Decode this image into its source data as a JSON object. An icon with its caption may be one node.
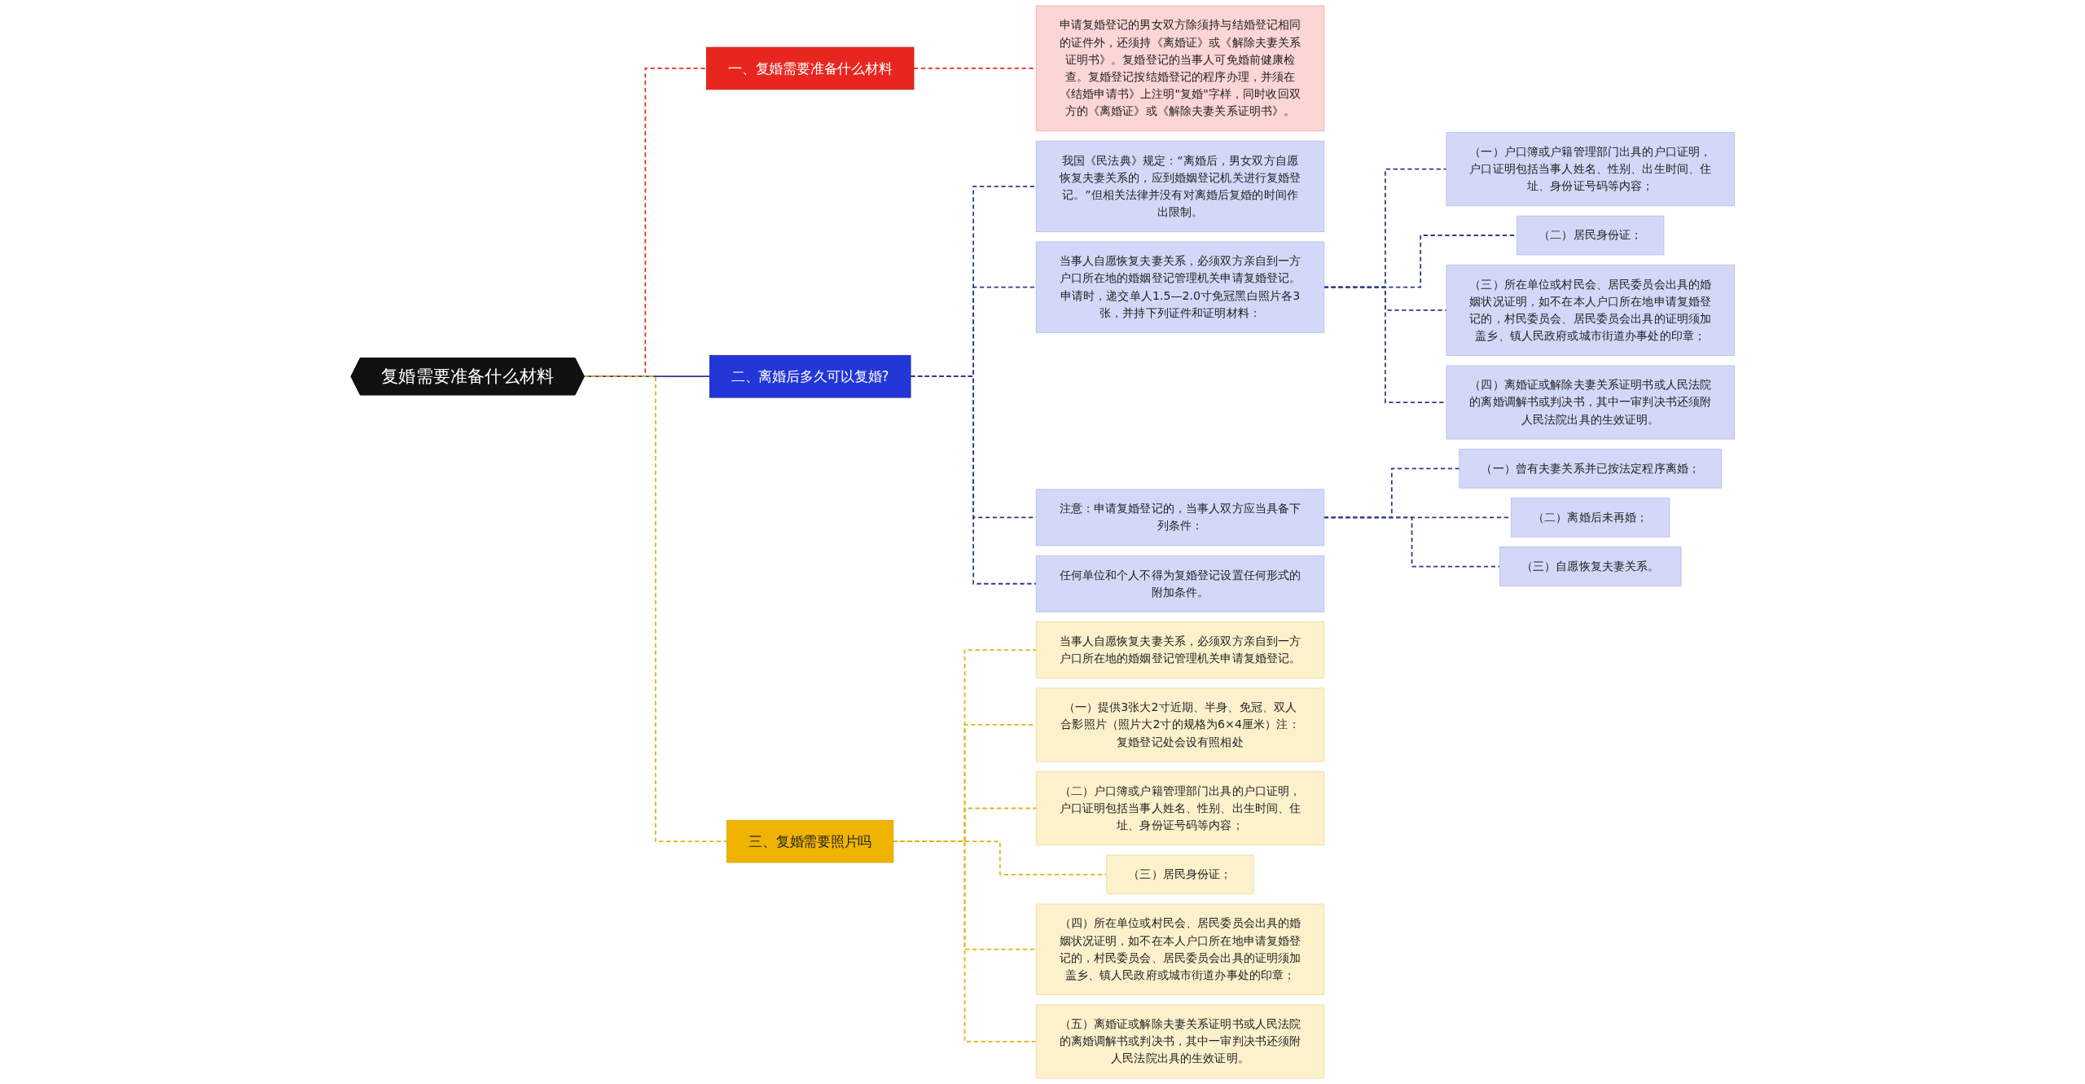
{
  "diagram": {
    "nodes": [
      {
        "text": [
          "复婚需要准备什么材料"
        ]
      },
      {
        "text": [
          "一、复婚需要准备什么材料"
        ]
      },
      {
        "text": [
          "申请复婚登记的男女双方除须持与结婚登记相同的证件外，还须持《离婚证》或《解除夫妻关系证明书》。复婚登记的当事人可免婚前健康检查。复婚登记按结婚登记的程序办理，并须在《结婚申请书》上注明\"复婚\"字样，同时收回双方的《离婚证》或《解除夫妻关系证明书》。"
        ]
      },
      {
        "text": [
          "二、离婚后多久可以复婚?"
        ]
      },
      {
        "text": [
          "我国《民法典》规定：“离婚后，男女双方自愿恢复夫妻关系的，应到婚姻登记机关进行复婚登记。”但相关法律并没有对离婚后复婚的时间作出限制。"
        ]
      },
      {
        "text": [
          "当事人自愿恢复夫妻关系，必须双方亲自到一方户口所在地的婚姻登记管理机关申请复婚登记。申请时，递交单人1.5—2.0寸免冠黑白照片各3张，并持下列证件和证明材料："
        ]
      },
      {
        "text": [
          "（一）户口簿或户籍管理部门出具的户口证明，户口证明包括当事人姓名、性别、出生时间、住址、身份证号码等内容；"
        ]
      },
      {
        "text": [
          "（二）居民身份证；"
        ]
      },
      {
        "text": [
          "（三）所在单位或村民会、居民委员会出具的婚姻状况证明，如不在本人户口所在地申请复婚登记的，村民委员会、居民委员会出具的证明须加盖乡、镇人民政府或城市街道办事处的印章；"
        ]
      },
      {
        "text": [
          "（四）离婚证或解除夫妻关系证明书或人民法院的离婚调解书或判决书，其中一审判决书还须附人民法院出具的生效证明。"
        ]
      },
      {
        "text": [
          "注意：申请复婚登记的，当事人双方应当具备下列条件："
        ]
      },
      {
        "text": [
          "（一）曾有夫妻关系并已按法定程序离婚；"
        ]
      },
      {
        "text": [
          "（二）离婚后未再婚；"
        ]
      },
      {
        "text": [
          "（三）自愿恢复夫妻关系。"
        ]
      },
      {
        "text": [
          "任何单位和个人不得为复婚登记设置任何形式的附加条件。"
        ]
      },
      {
        "text": [
          "三、复婚需要照片吗"
        ]
      },
      {
        "text": [
          "当事人自愿恢复夫妻关系，必须双方亲自到一方户口所在地的婚姻登记管理机关申请复婚登记。"
        ]
      },
      {
        "text": [
          "（一）提供3张大2寸近期、半身、免冠、双人合影照片（照片大2寸的规格为6×4厘米）注：复婚登记处会设有照相处"
        ]
      },
      {
        "text": [
          "（二）户口簿或户籍管理部门出具的户口证明，户口证明包括当事人姓名、性别、出生时间、住址、身份证号码等内容；"
        ]
      },
      {
        "text": [
          "（三）居民身份证；"
        ]
      },
      {
        "text": [
          "（四）所在单位或村民会、居民委员会出具的婚姻状况证明，如不在本人户口所在地申请复婚登记的，村民委员会、居民委员会出具的证明须加盖乡、镇人民政府或城市街道办事处的印章；"
        ]
      },
      {
        "text": [
          "（五）离婚证或解除夫妻关系证明书或人民法院的离婚调解书或判决书，其中一审判决书还须附人民法院出具的生效证明。"
        ]
      }
    ],
    "edges": [
      {
        "from": 0,
        "to": 1,
        "arrow": "none",
        "style": "dashed",
        "color": "#e0302a"
      },
      {
        "from": 1,
        "to": 2,
        "arrow": "none",
        "style": "dashed",
        "color": "#e0302a"
      },
      {
        "from": 0,
        "to": 3,
        "arrow": "none"
      },
      {
        "from": 3,
        "to": 4,
        "arrow": "none",
        "style": "dashed"
      },
      {
        "from": 3,
        "to": 5,
        "arrow": "none",
        "style": "dashed"
      },
      {
        "from": 5,
        "to": 6,
        "arrow": "none",
        "style": "dashed"
      },
      {
        "from": 5,
        "to": 7,
        "arrow": "none",
        "style": "dashed"
      },
      {
        "from": 5,
        "to": 8,
        "arrow": "none",
        "style": "dashed"
      },
      {
        "from": 5,
        "to": 9,
        "arrow": "none",
        "style": "dashed"
      },
      {
        "from": 3,
        "to": 10,
        "arrow": "none",
        "style": "dashed"
      },
      {
        "from": 10,
        "to": 11,
        "arrow": "none",
        "style": "dashed"
      },
      {
        "from": 10,
        "to": 12,
        "arrow": "none",
        "style": "dashed"
      },
      {
        "from": 10,
        "to": 13,
        "arrow": "none",
        "style": "dashed"
      },
      {
        "from": 3,
        "to": 14,
        "arrow": "none",
        "style": "dashed"
      },
      {
        "from": 0,
        "to": 15,
        "arrow": "none",
        "style": "dashed",
        "color": "#e3b21a"
      },
      {
        "from": 15,
        "to": 16,
        "arrow": "none",
        "style": "dashed",
        "color": "#e3b21a"
      },
      {
        "from": 15,
        "to": 17,
        "arrow": "none",
        "style": "dashed",
        "color": "#e3b21a"
      },
      {
        "from": 15,
        "to": 18,
        "arrow": "none",
        "style": "dashed",
        "color": "#e3b21a"
      },
      {
        "from": 15,
        "to": 19,
        "arrow": "none",
        "style": "dashed",
        "color": "#e3b21a"
      },
      {
        "from": 15,
        "to": 20,
        "arrow": "none",
        "style": "dashed",
        "color": "#e3b21a"
      },
      {
        "from": 15,
        "to": 21,
        "arrow": "none",
        "style": "dashed",
        "color": "#e3b21a"
      }
    ]
  }
}
